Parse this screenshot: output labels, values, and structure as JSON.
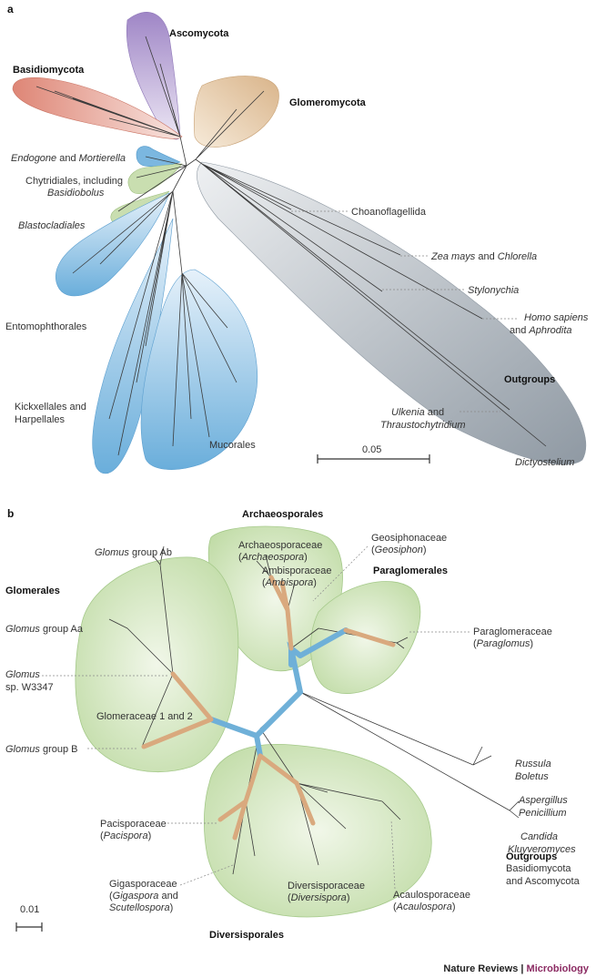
{
  "panel_a": {
    "letter": "a",
    "labels": {
      "ascomycota": "Ascomycota",
      "basidiomycota": "Basidiomycota",
      "glomeromycota": "Glomeromycota",
      "endogone_1": "Endogone",
      "endogone_and": " and ",
      "endogone_2": "Mortierella",
      "chytridiales_1": "Chytridiales, including",
      "chytridiales_2": "Basidiobolus",
      "blastocladiales": "Blastocladiales",
      "entomophthorales": "Entomophthorales",
      "kickxellales_1": "Kickxellales and",
      "kickxellales_2": "Harpellales",
      "mucorales": "Mucorales",
      "choanoflagellida": "Choanoflagellida",
      "zea_1": "Zea mays",
      "zea_and": " and ",
      "zea_2": "Chlorella",
      "stylonychia": "Stylonychia",
      "homo_1": "Homo sapiens",
      "homo_2_and": "and ",
      "homo_2": "Aphrodita",
      "outgroups": "Outgroups",
      "ulkenia_1": "Ulkenia",
      "ulkenia_and": " and",
      "ulkenia_2": "Thraustochytridium",
      "dictyostelium": "Dictyostelium"
    },
    "scale_label": "0.05"
  },
  "panel_b": {
    "letter": "b",
    "labels": {
      "archaeosporales": "Archaeosporales",
      "archaeosporaceae_1": "Archaeosporaceae",
      "archaeosporaceae_2": "Archaeospora",
      "geosiphonaceae_1": "Geosiphonaceae",
      "geosiphonaceae_2": "Geosiphon",
      "ambisporaceae_1": "Ambisporaceae",
      "ambisporaceae_2": "Ambispora",
      "paraglomerales": "Paraglomerales",
      "paraglomeraceae_1": "Paraglomeraceae",
      "paraglomeraceae_2": "Paraglomus",
      "glomus_ab_1": "Glomus",
      "glomus_ab_2": " group Ab",
      "glomerales": "Glomerales",
      "glomus_aa_1": "Glomus",
      "glomus_aa_2": " group Aa",
      "glomus_w_1": "Glomus",
      "glomus_w_2": "sp. W3347",
      "glomeraceae": "Glomeraceae 1 and 2",
      "glomus_b_1": "Glomus",
      "glomus_b_2": " group  B",
      "russula": "Russula",
      "boletus": "Boletus",
      "aspergillus": "Aspergillus",
      "penicillium": "Penicillium",
      "candida": "Candida",
      "kluyveromyces": "Kluyveromyces",
      "pacisporaceae_1": "Pacisporaceae",
      "pacisporaceae_2": "Pacispora",
      "outgroups": "Outgroups",
      "outgroups_2": "Basidiomycota",
      "outgroups_3": "and Ascomycota",
      "gigasporaceae_1": "Gigasporaceae",
      "gigasporaceae_2a": "Gigaspora",
      "gigasporaceae_2b": " and",
      "gigasporaceae_3": "Scutellospora",
      "diversisporaceae_1": "Diversisporaceae",
      "diversisporaceae_2": "Diversispora",
      "acaulosporaceae_1": "Acaulosporaceae",
      "acaulosporaceae_2": "Acaulospora",
      "diversisporales": "Diversisporales"
    },
    "scale_label": "0.01"
  },
  "footer": {
    "journal": "Nature Reviews",
    "separator": " | ",
    "section": "Microbiology"
  },
  "colors": {
    "ascomycota": "#b9a6d4",
    "basidiomycota": "#e39a8a",
    "glomeromycota": "#e2bf98",
    "blue_clade": "#9fcbea",
    "green_clade": "#c9e0b1",
    "outgroup_grey": "#b5bdc4",
    "microbiology": "#8b2a62"
  }
}
